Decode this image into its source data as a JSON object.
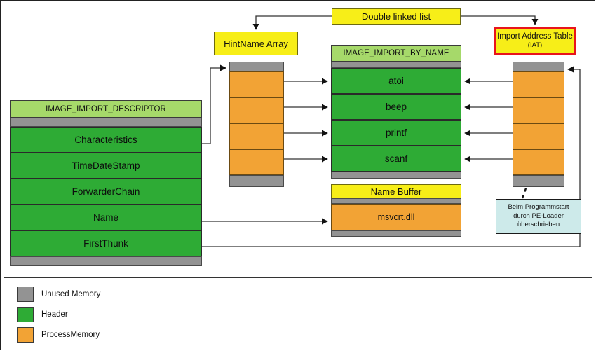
{
  "diagram": {
    "title_boxes": {
      "double_linked_list": "Double linked list",
      "hintname_array": "HintName Array",
      "import_address_table_main": "Import Address Table",
      "import_address_table_sub": "(IAT)",
      "name_buffer": "Name Buffer"
    },
    "image_import_descriptor": {
      "header": "IMAGE_IMPORT_DESCRIPTOR",
      "fields": [
        "Characteristics",
        "TimeDateStamp",
        "ForwarderChain",
        "Name",
        "FirstThunk"
      ]
    },
    "image_import_by_name": {
      "header": "IMAGE_IMPORT_BY_NAME",
      "entries": [
        "atoi",
        "beep",
        "printf",
        "scanf"
      ]
    },
    "hintname_array": {
      "entry_count": 4
    },
    "import_address_table": {
      "entry_count": 4
    },
    "name_buffer": {
      "value": "msvcrt.dll"
    },
    "note": {
      "line1": "Beim Programmstart",
      "line2": "durch PE-Loader",
      "line3": "überschrieben"
    },
    "legend": [
      {
        "label": "Unused Memory",
        "color": "#939393"
      },
      {
        "label": "Header",
        "color": "#2eab35"
      },
      {
        "label": "ProcessMemory",
        "color": "#f2a335"
      }
    ],
    "colors": {
      "unused_memory": "#939393",
      "header_green": "#2eab35",
      "header_light_green": "#a6d96a",
      "process_memory": "#f2a335",
      "callout_yellow": "#f7ee18",
      "iat_border_red": "#e8141b",
      "note_blue": "#cdeaea",
      "connector": "#333333"
    }
  }
}
